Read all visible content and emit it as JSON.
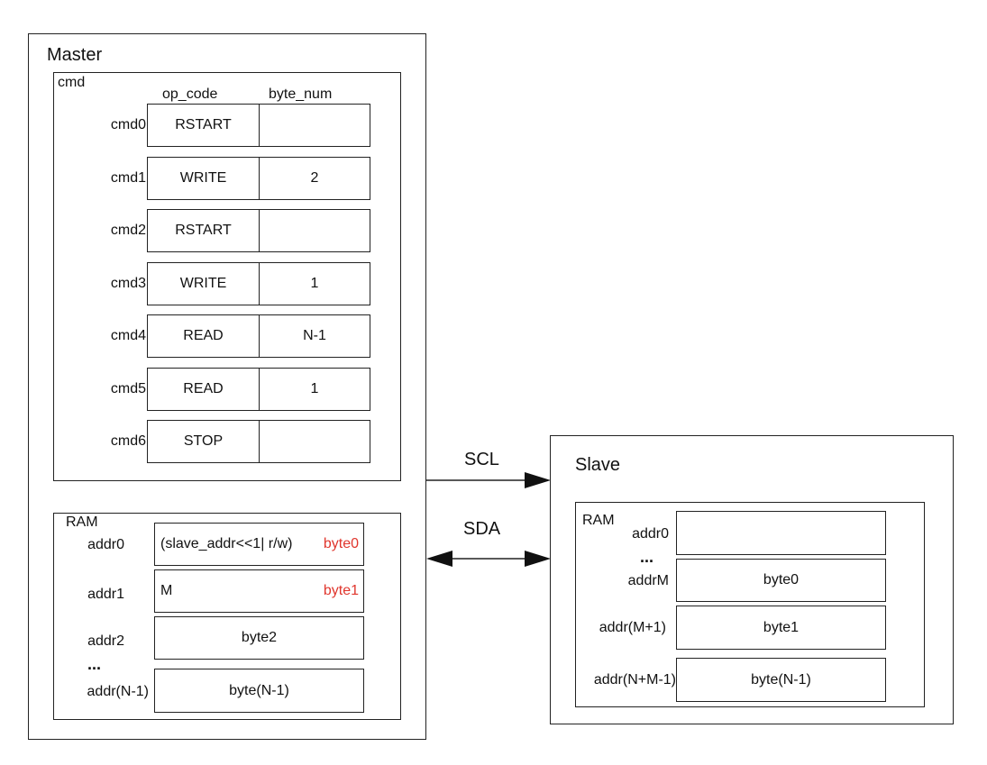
{
  "master": {
    "title": "Master",
    "cmd": {
      "label": "cmd",
      "col_opcode": "op_code",
      "col_bytenum": "byte_num",
      "rows": [
        {
          "name": "cmd0",
          "op": "RSTART",
          "num": ""
        },
        {
          "name": "cmd1",
          "op": "WRITE",
          "num": "2"
        },
        {
          "name": "cmd2",
          "op": "RSTART",
          "num": ""
        },
        {
          "name": "cmd3",
          "op": "WRITE",
          "num": "1"
        },
        {
          "name": "cmd4",
          "op": "READ",
          "num": "N-1"
        },
        {
          "name": "cmd5",
          "op": "READ",
          "num": "1"
        },
        {
          "name": "cmd6",
          "op": "STOP",
          "num": ""
        }
      ]
    },
    "ram": {
      "label": "RAM",
      "ellipsis": "...",
      "rows": [
        {
          "addr": "addr0",
          "content": "(slave_addr<<1| r/w)",
          "tag": "byte0"
        },
        {
          "addr": "addr1",
          "content": "M",
          "tag": "byte1"
        },
        {
          "addr": "addr2",
          "content": "byte2",
          "tag": ""
        },
        {
          "addr": "addr(N-1)",
          "content": "byte(N-1)",
          "tag": ""
        }
      ]
    }
  },
  "bus": {
    "scl": "SCL",
    "sda": "SDA"
  },
  "slave": {
    "title": "Slave",
    "ram": {
      "label": "RAM",
      "ellipsis": "...",
      "rows": [
        {
          "addr": "addr0",
          "content": ""
        },
        {
          "addr": "addrM",
          "content": "byte0"
        },
        {
          "addr": "addr(M+1)",
          "content": "byte1"
        },
        {
          "addr": "addr(N+M-1)",
          "content": "byte(N-1)"
        }
      ]
    }
  },
  "colors": {
    "highlight": "#e0362d",
    "line": "#222222"
  }
}
